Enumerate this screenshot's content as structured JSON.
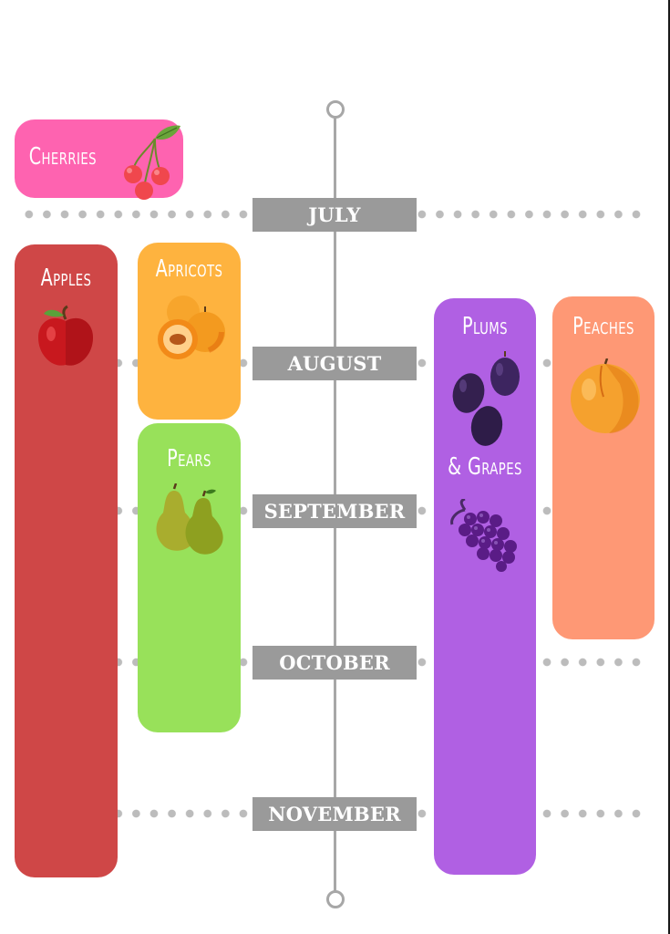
{
  "months": [
    "July",
    "August",
    "September",
    "October",
    "November"
  ],
  "fruits": {
    "cherries": {
      "label": "Cherries",
      "color": "#fe63b0"
    },
    "apples": {
      "label": "Apples",
      "color": "#cf4747"
    },
    "apricots": {
      "label": "Apricots",
      "color": "#feb33f"
    },
    "pears": {
      "label": "Pears",
      "color": "#98e15a"
    },
    "plums": {
      "label": "Plums",
      "label2": "& Grapes",
      "color": "#b060e3"
    },
    "peaches": {
      "label": "Peaches",
      "color": "#fe9875"
    }
  },
  "colors": {
    "axis": "#a7a7a7",
    "month_box": "#9a9a9a",
    "dots": "#bcbcbc"
  },
  "icons": [
    "cherries-icon",
    "apple-icon",
    "apricot-icon",
    "pear-icon",
    "plum-icon",
    "grapes-icon",
    "peach-icon"
  ]
}
